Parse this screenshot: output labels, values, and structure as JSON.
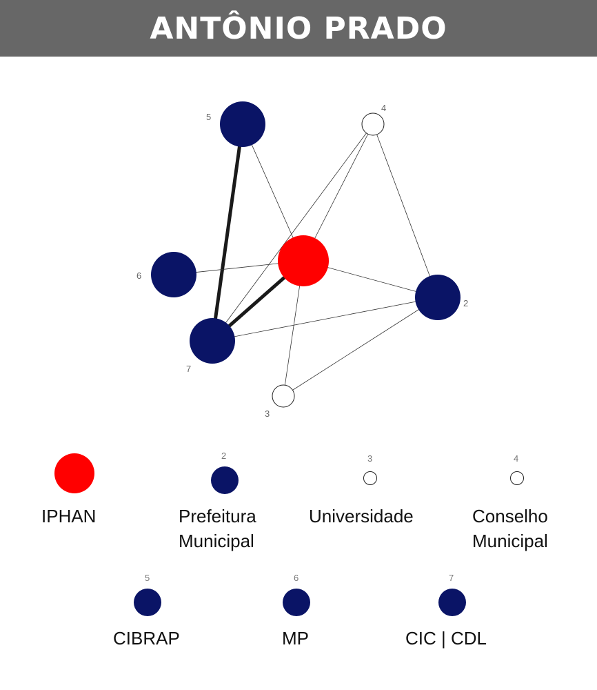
{
  "title": "ANTÔNIO PRADO",
  "colors": {
    "header_bg": "#676767",
    "iphan": "#ff0000",
    "navy": "#0a1466",
    "white_node": "#ffffff",
    "edge": "#222222"
  },
  "graph": {
    "nodes": [
      {
        "id": "1",
        "label": "",
        "fill": "navy"
      },
      {
        "id": "2",
        "label": "2"
      },
      {
        "id": "3",
        "label": "3"
      },
      {
        "id": "4",
        "label": "4"
      },
      {
        "id": "5",
        "label": "5"
      },
      {
        "id": "6",
        "label": "6"
      },
      {
        "id": "7",
        "label": "7"
      }
    ],
    "edges": [
      {
        "from": "5",
        "to": "7",
        "weight": "strong"
      },
      {
        "from": "1",
        "to": "7",
        "weight": "strong"
      },
      {
        "from": "5",
        "to": "1",
        "weight": "weak"
      },
      {
        "from": "6",
        "to": "1",
        "weight": "weak"
      },
      {
        "from": "1",
        "to": "2",
        "weight": "weak"
      },
      {
        "from": "1",
        "to": "3",
        "weight": "weak"
      },
      {
        "from": "4",
        "to": "1",
        "weight": "weak"
      },
      {
        "from": "4",
        "to": "7",
        "weight": "weak"
      },
      {
        "from": "4",
        "to": "2",
        "weight": "weak"
      },
      {
        "from": "7",
        "to": "2",
        "weight": "weak"
      },
      {
        "from": "3",
        "to": "2",
        "weight": "weak"
      }
    ]
  },
  "legend": [
    {
      "num": "",
      "label_line1": "IPHAN",
      "label_line2": ""
    },
    {
      "num": "2",
      "label_line1": "Prefeitura",
      "label_line2": "Municipal"
    },
    {
      "num": "3",
      "label_line1": "Universidade",
      "label_line2": ""
    },
    {
      "num": "4",
      "label_line1": "Conselho",
      "label_line2": "Municipal"
    },
    {
      "num": "5",
      "label_line1": "CIBRAP",
      "label_line2": ""
    },
    {
      "num": "6",
      "label_line1": "MP",
      "label_line2": ""
    },
    {
      "num": "7",
      "label_line1": "CIC | CDL",
      "label_line2": ""
    }
  ]
}
